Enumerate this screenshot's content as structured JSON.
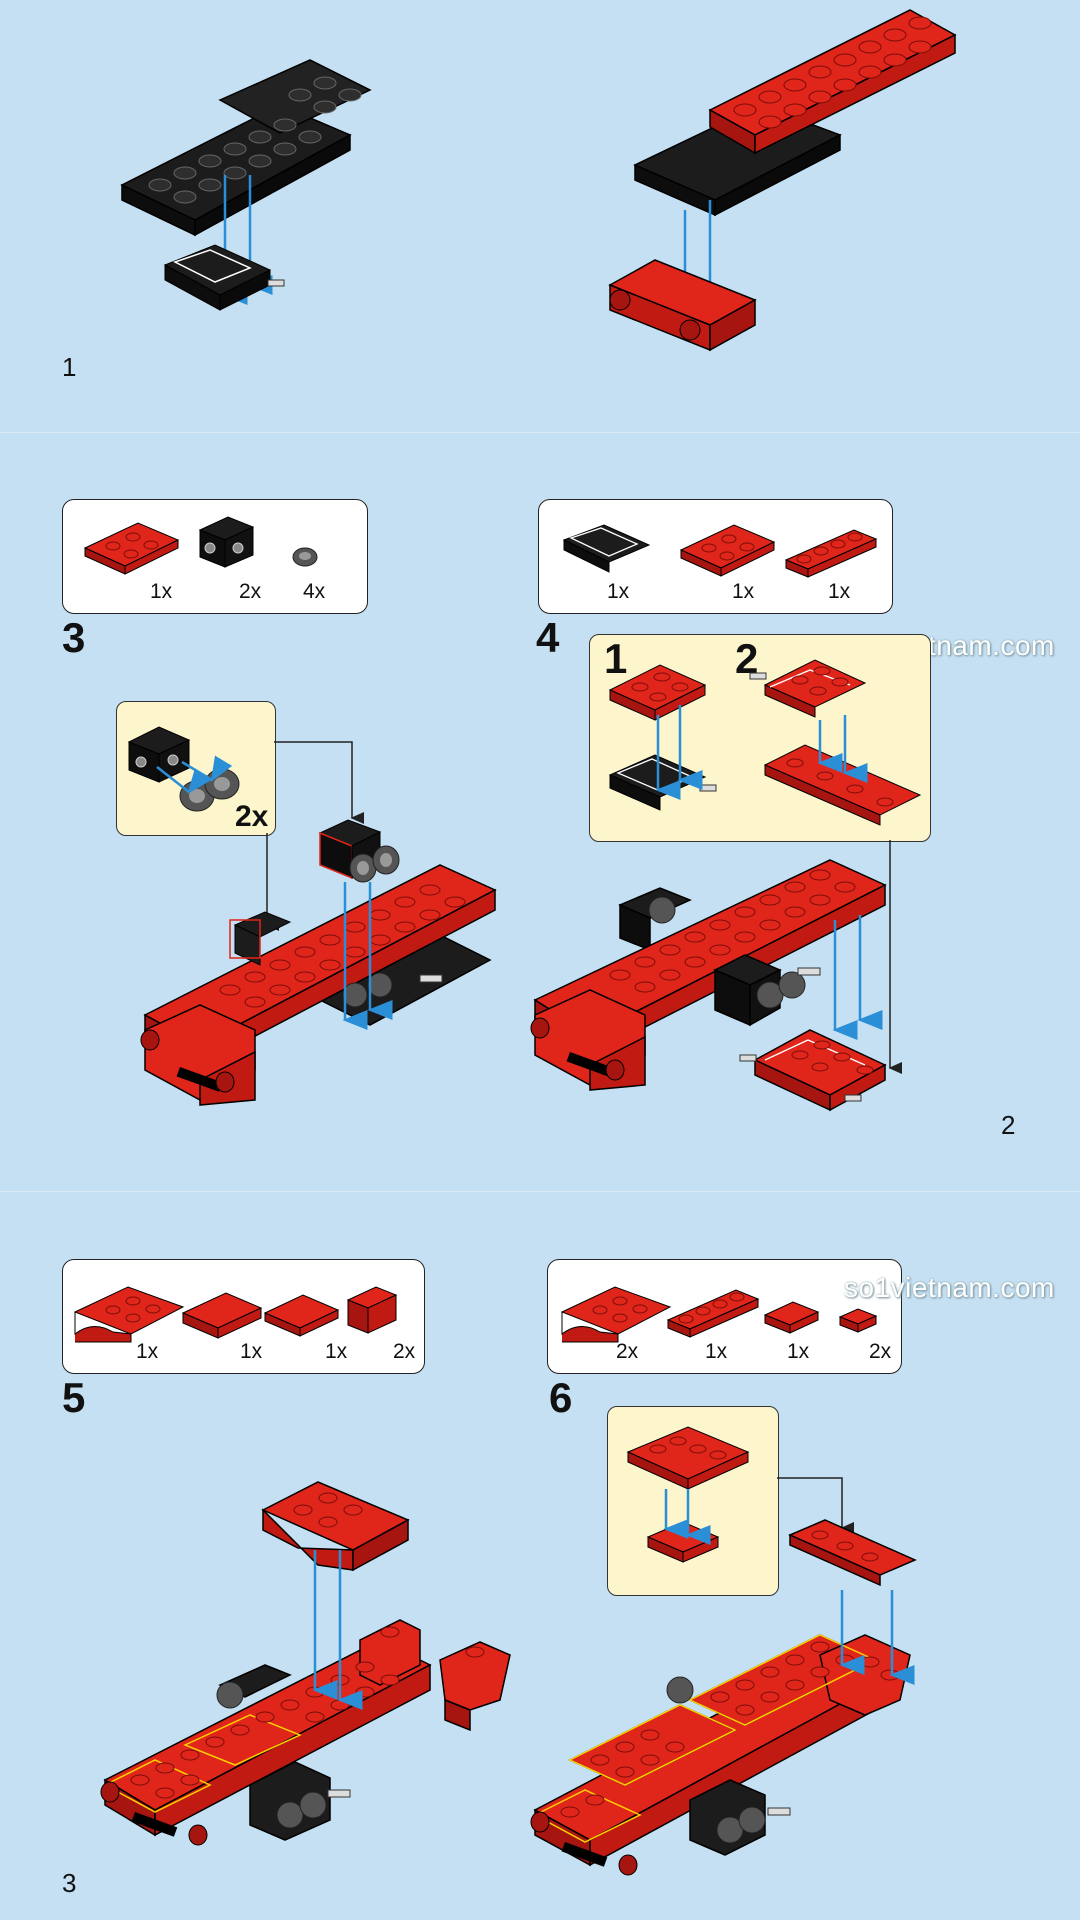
{
  "pages": {
    "page1": "1",
    "page2": "2",
    "page3": "3"
  },
  "watermark": "so1vietnam.com",
  "steps": [
    {
      "number": "3",
      "parts": [
        {
          "part": "red-2x3-plate",
          "qty": "1x"
        },
        {
          "part": "black-brick-with-pins",
          "qty": "2x"
        },
        {
          "part": "gray-wheel",
          "qty": "4x"
        }
      ],
      "callout_qty": "2x"
    },
    {
      "number": "4",
      "parts": [
        {
          "part": "black-wheel-holder",
          "qty": "1x"
        },
        {
          "part": "red-2x3-plate",
          "qty": "1x"
        },
        {
          "part": "red-1x4-plate",
          "qty": "1x"
        }
      ],
      "substeps": [
        "1",
        "2"
      ]
    },
    {
      "number": "5",
      "parts": [
        {
          "part": "red-arch-mudguard",
          "qty": "1x"
        },
        {
          "part": "red-2x4-plate",
          "qty": "1x"
        },
        {
          "part": "red-2x2-plate",
          "qty": "1x"
        },
        {
          "part": "red-slope",
          "qty": "2x"
        }
      ]
    },
    {
      "number": "6",
      "parts": [
        {
          "part": "red-arch-mudguard",
          "qty": "2x"
        },
        {
          "part": "red-1x4-plate",
          "qty": "1x"
        },
        {
          "part": "red-1x2-plate",
          "qty": "1x"
        },
        {
          "part": "red-1x1-tile",
          "qty": "2x"
        }
      ]
    }
  ],
  "colors": {
    "background": "#c5e0f2",
    "brick_red": "#e0251b",
    "brick_black": "#1c1c1c",
    "arrow_blue": "#2a8fd6",
    "callout_bg": "#fdf6cc"
  }
}
